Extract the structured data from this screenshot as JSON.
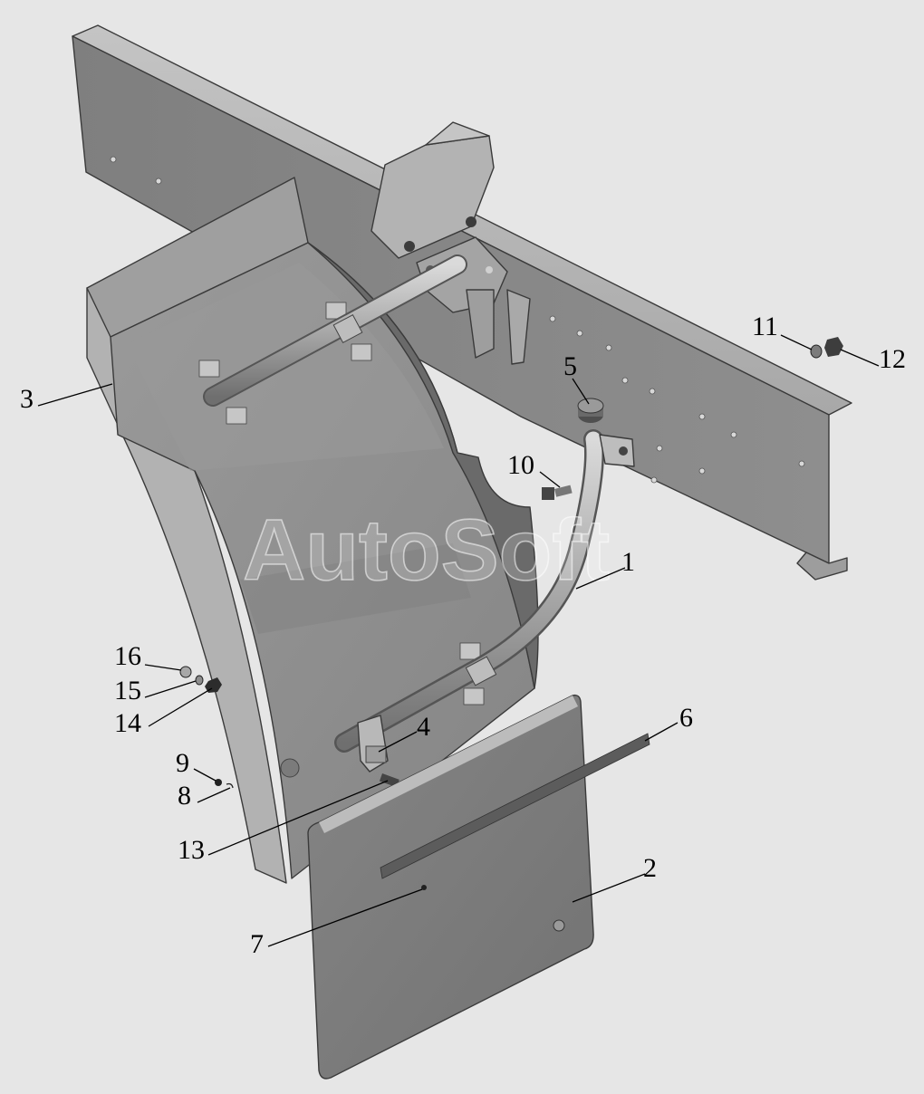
{
  "watermark": "AutoSoft",
  "colors": {
    "background": "#e6e6e6",
    "frame": "#8a8a8a",
    "fender": "#8e8e8e",
    "mudflap": "#7c7c7c",
    "metal": "#b4b4b4"
  },
  "callouts": [
    {
      "id": "1",
      "label": "1"
    },
    {
      "id": "2",
      "label": "2"
    },
    {
      "id": "3",
      "label": "3"
    },
    {
      "id": "4",
      "label": "4"
    },
    {
      "id": "5",
      "label": "5"
    },
    {
      "id": "6",
      "label": "6"
    },
    {
      "id": "7",
      "label": "7"
    },
    {
      "id": "8",
      "label": "8"
    },
    {
      "id": "9",
      "label": "9"
    },
    {
      "id": "10",
      "label": "10"
    },
    {
      "id": "11",
      "label": "11"
    },
    {
      "id": "12",
      "label": "12"
    },
    {
      "id": "13",
      "label": "13"
    },
    {
      "id": "14",
      "label": "14"
    },
    {
      "id": "15",
      "label": "15"
    },
    {
      "id": "16",
      "label": "16"
    }
  ]
}
